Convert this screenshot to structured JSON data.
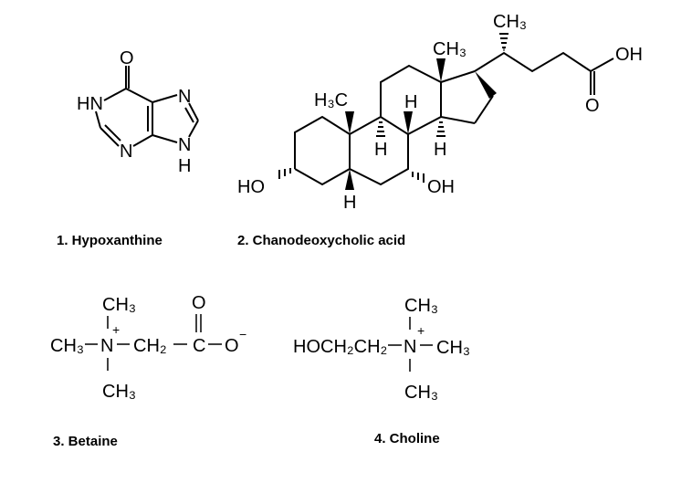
{
  "captions": {
    "c1": "1. Hypoxanthine",
    "c2": "2. Chanodeoxycholic acid",
    "c3": "3. Betaine",
    "c4": "4. Choline"
  },
  "hypoxanthine": {
    "o": "O",
    "hn": "HN",
    "n3": "N",
    "n7": "N",
    "n9": "N",
    "h9": "H"
  },
  "chenodeoxycholic": {
    "ch3_side": "CH₃",
    "ch3_c18": "CH₃",
    "h3c": "H₃C",
    "oh_acid": "OH",
    "o_acid": "O",
    "h8": "H",
    "h9": "H",
    "h14": "H",
    "h5": "H",
    "ho3": "HO",
    "oh7": "OH"
  },
  "betaine": {
    "ch3_left": "CH₃",
    "n": "N",
    "plus": "+",
    "ch3_top": "CH₃",
    "ch3_bottom": "CH₃",
    "ch2": "CH₂",
    "c": "C",
    "o_top": "O",
    "o_minus": "O",
    "minus": "−"
  },
  "choline": {
    "hoch2ch2": "HOCH₂CH₂",
    "n": "N",
    "plus": "+",
    "ch3_right": "CH₃",
    "ch3_top": "CH₃",
    "ch3_bottom": "CH₃"
  }
}
